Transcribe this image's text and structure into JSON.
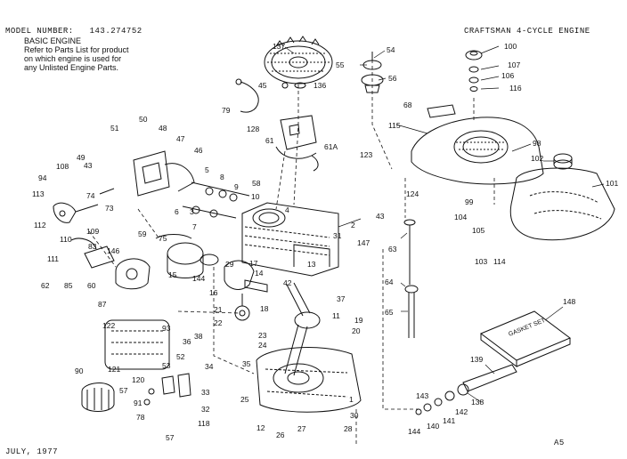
{
  "header": {
    "model_label": "MODEL NUMBER:",
    "model_number": "143.274752",
    "title": "CRAFTSMAN 4-CYCLE ENGINE",
    "section": "BASIC ENGINE",
    "note_lines": [
      "Refer to Parts List for product",
      "on which engine is used for",
      "any Unlisted Engine Parts."
    ]
  },
  "footer": {
    "date": "JULY, 1977",
    "page_code": "A5"
  },
  "gasket_set_label": "GASKET SET",
  "part_numbers": [
    "137",
    "54",
    "55",
    "56",
    "45",
    "136",
    "79",
    "128",
    "61",
    "61A",
    "100",
    "107",
    "106",
    "116",
    "68",
    "115",
    "98",
    "102",
    "101",
    "50",
    "51",
    "48",
    "47",
    "46",
    "49",
    "43",
    "5",
    "8",
    "9",
    "10",
    "58",
    "94",
    "108",
    "74",
    "113",
    "73",
    "6",
    "3",
    "7",
    "4",
    "123",
    "124",
    "43",
    "147",
    "99",
    "104",
    "105",
    "103",
    "114",
    "112",
    "110",
    "109",
    "59",
    "111",
    "83",
    "146",
    "62",
    "85",
    "60",
    "75",
    "15",
    "144",
    "16",
    "17",
    "14",
    "42",
    "37",
    "2",
    "63",
    "64",
    "65",
    "87",
    "122",
    "93",
    "36",
    "38",
    "121",
    "90",
    "120",
    "53",
    "52",
    "57",
    "91",
    "78",
    "57",
    "34",
    "33",
    "32",
    "118",
    "21",
    "18",
    "22",
    "23",
    "24",
    "35",
    "25",
    "12",
    "26",
    "27",
    "28",
    "30",
    "11",
    "19",
    "20",
    "148",
    "139",
    "143",
    "144",
    "140",
    "141",
    "142",
    "138",
    "1",
    "13",
    "31",
    "29"
  ]
}
